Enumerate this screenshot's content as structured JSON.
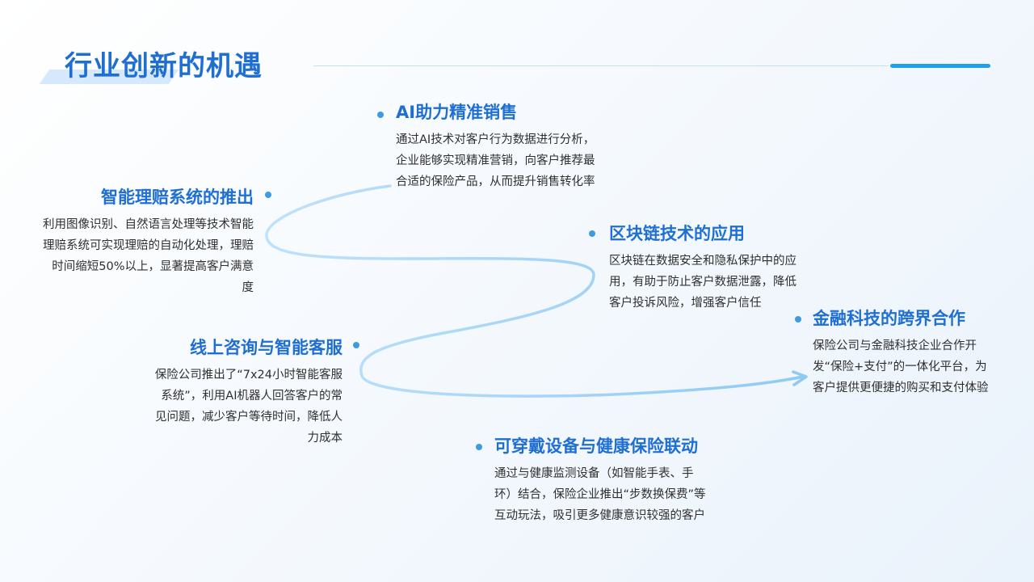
{
  "page": {
    "title": "行业创新的机遇"
  },
  "items": [
    {
      "title": "AI助力精准销售",
      "desc": "通过AI技术对客户行为数据进行分析，企业能够实现精准营销，向客户推荐最合适的保险产品，从而提升销售转化率"
    },
    {
      "title": "智能理赔系统的推出",
      "desc": "利用图像识别、自然语言处理等技术智能理赔系统可实现理赔的自动化处理，理赔时间缩短50%以上，显著提高客户满意度"
    },
    {
      "title": "区块链技术的应用",
      "desc": "区块链在数据安全和隐私保护中的应用，有助于防止客户数据泄露，降低客户投诉风险，增强客户信任"
    },
    {
      "title": "金融科技的跨界合作",
      "desc": "保险公司与金融科技企业合作开发“保险+支付”的一体化平台，为客户提供更便捷的购买和支付体验"
    },
    {
      "title": "线上咨询与智能客服",
      "desc": "保险公司推出了“7x24小时智能客服系统”，利用AI机器人回答客户的常见问题，减少客户等待时间，降低人力成本"
    },
    {
      "title": "可穿戴设备与健康保险联动",
      "desc": "通过与健康监测设备（如智能手表、手环）结合，保险企业推出“步数换保费”等互动玩法，吸引更多健康意识较强的客户"
    }
  ],
  "colors": {
    "accent": "#1f6fd3",
    "curve": "#9fd2f7",
    "dot": "#3d9be0"
  }
}
